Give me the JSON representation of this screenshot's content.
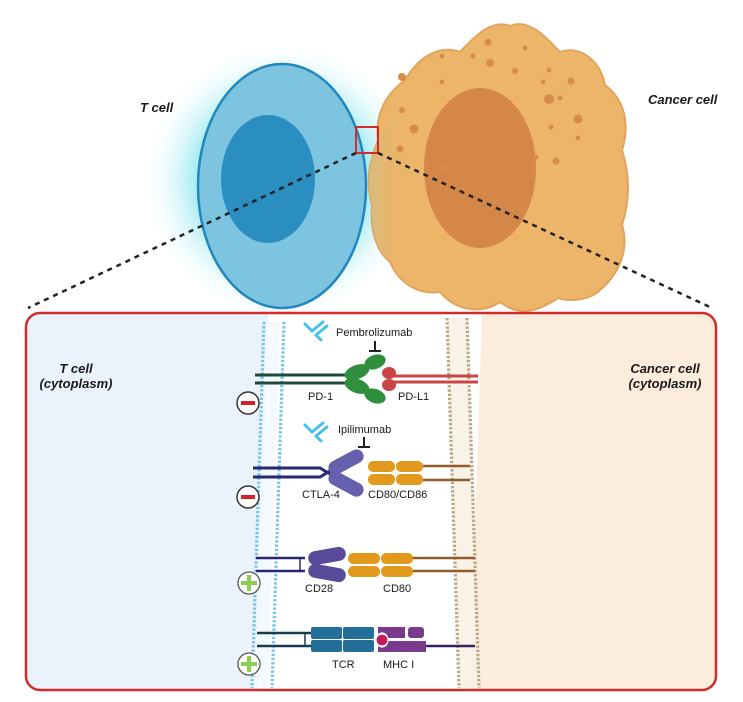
{
  "top": {
    "t_cell_label": "T cell",
    "cancer_cell_label": "Cancer cell"
  },
  "zoom_panel": {
    "left_region": {
      "line1": "T cell",
      "line2": "(cytoplasm)"
    },
    "right_region": {
      "line1": "Cancer cell",
      "line2": "(cytoplasm)"
    },
    "interactions": [
      {
        "receptor": "PD-1",
        "ligand": "PD-L1",
        "drug": "Pembrolizumab",
        "effect": "minus",
        "effect_icon": "minus-circle-icon"
      },
      {
        "receptor": "CTLA-4",
        "ligand": "CD80/CD86",
        "drug": "Ipilimumab",
        "effect": "minus",
        "effect_icon": "minus-circle-icon"
      },
      {
        "receptor": "CD28",
        "ligand": "CD80",
        "effect": "plus",
        "effect_icon": "plus-circle-icon"
      },
      {
        "receptor": "TCR",
        "ligand": "MHC I",
        "effect": "plus",
        "effect_icon": "plus-circle-icon"
      }
    ]
  },
  "colors": {
    "t_cell_body": "#7cc4e0",
    "t_cell_nucleus": "#2a8fc0",
    "t_cell_outline": "#2187bd",
    "cancer_body": "#ecb56a",
    "cancer_nucleus": "#d5874a",
    "cancer_outline": "#e1a45a",
    "panel_border": "#d32a2a",
    "t_cyto_bg": "#eaf2fb",
    "cancer_cyto_bg": "#fcecdc",
    "t_membrane": "#7cc4e4",
    "cancer_membrane": "#b8a886",
    "pd1": "#2f8f3c",
    "pdl1": "#c94545",
    "ctla4": "#6460ad",
    "cd80": "#e29a1e",
    "tcr": "#236f98",
    "mhc": "#7a3a8c",
    "peptide": "#c21a5a",
    "antibody": "#45c1ea",
    "minus_sign": "#d4222a",
    "plus_sign": "#8ccc52"
  }
}
